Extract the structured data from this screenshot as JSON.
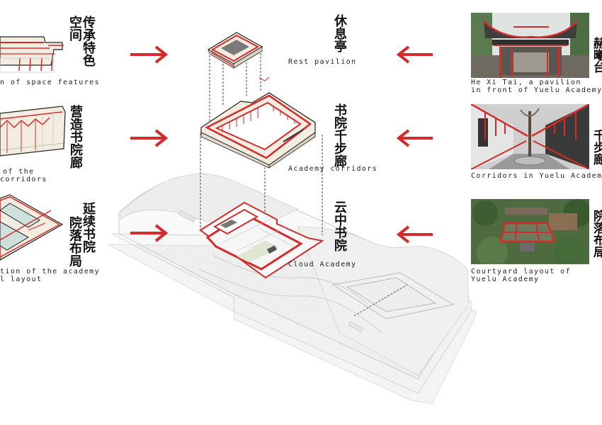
{
  "left_panel": [
    {
      "title_cn": "传承空间特色",
      "col1": "传承特色",
      "col2": "空间",
      "caption": [
        "n of space features"
      ],
      "icon": "roof-eave-fragment-icon"
    },
    {
      "title_cn": "营造书院廊",
      "col1": "营造书院廊",
      "caption": [
        "of the",
        "corridors"
      ],
      "icon": "corridor-section-icon"
    },
    {
      "title_cn": "延续书院院落布局",
      "col1": "延续书院",
      "col2": "院落布局",
      "caption": [
        "tion of the academy",
        "l layout"
      ],
      "icon": "courtyard-plan-icon"
    }
  ],
  "center": [
    {
      "title_cn": "休息亭",
      "caption": "Rest pavilion"
    },
    {
      "title_cn": "书院千步廊",
      "caption": "Academy corridors"
    },
    {
      "title_cn": "云中书院",
      "caption": "Cloud Academy"
    }
  ],
  "right_panel": [
    {
      "title_cn": "赫曦台",
      "caption": [
        "He Xi Tai, a pavilion",
        "in front of Yuelu Academy"
      ],
      "photo": "he-xi-tai-photo"
    },
    {
      "title_cn": "书院千步廊",
      "col_visible": "千步廊",
      "caption": [
        "Corridors in Yuelu Academy"
      ],
      "photo": "yuelu-corridors-photo"
    },
    {
      "title_cn": "书院院落布局",
      "col_visible": "院落布局",
      "caption": [
        "Courtyard layout of",
        "Yuelu Academy"
      ],
      "photo": "yuelu-courtyard-aerial-photo"
    }
  ],
  "colors": {
    "accent": "#d62b2b",
    "line": "#333333",
    "building": "#e9e9e9",
    "beige": "#efe6d6"
  }
}
